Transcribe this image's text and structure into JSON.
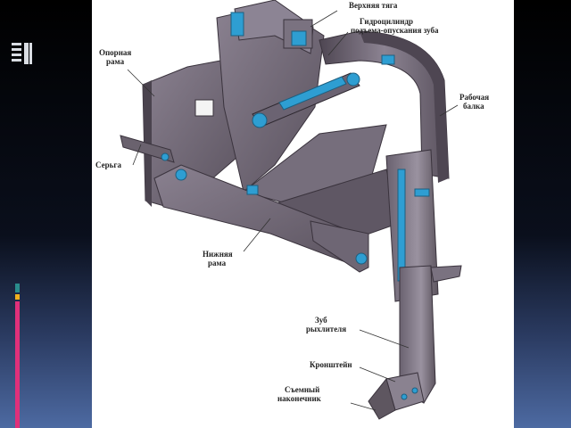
{
  "colors": {
    "background_top": "#000000",
    "background_bottom": "#4d6aa2",
    "slide": "#ffffff",
    "steel_dark": "#5e5560",
    "steel_mid": "#7d7482",
    "steel_light": "#aaa2ad",
    "hydraulic_blue": "#2e9ed2",
    "accent_pink": "#e0307a",
    "accent_yellow": "#f2b01e",
    "accent_teal": "#2a8c8c"
  },
  "labels": {
    "upper_link": "Верхняя тяга",
    "hydro_cylinder_line1": "Гидроцилиндр",
    "hydro_cylinder_line2": "подъема-опускания зуба",
    "support_frame_line1": "Опорная",
    "support_frame_line2": "рама",
    "working_beam_line1": "Рабочая",
    "working_beam_line2": "балка",
    "shackle": "Серьга",
    "lower_frame_line1": "Нижняя",
    "lower_frame_line2": "рама",
    "ripper_tooth_line1": "Зуб",
    "ripper_tooth_line2": "рыхлителя",
    "bracket": "Кронштейн",
    "removable_tip_line1": "Съемный",
    "removable_tip_line2": "наконечник"
  }
}
